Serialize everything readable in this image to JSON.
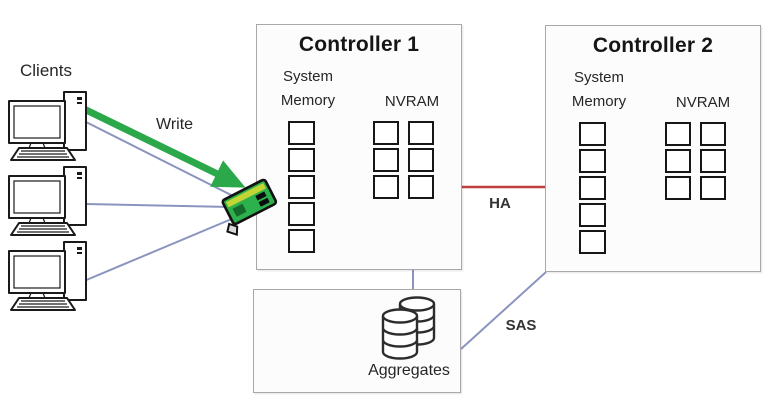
{
  "clients": {
    "label": "Clients",
    "computer_count": 3
  },
  "write_arrow": {
    "label": "Write"
  },
  "controllers": [
    {
      "title": "Controller 1",
      "memory_label": "System Memory",
      "nvram_label": "NVRAM",
      "memory_cells": 5,
      "nvram_cells": 6,
      "nvram_cols": 2
    },
    {
      "title": "Controller 2",
      "memory_label": "System Memory",
      "nvram_label": "NVRAM",
      "memory_cells": 5,
      "nvram_cells": 6,
      "nvram_cols": 2
    }
  ],
  "links": {
    "ha_label": "HA",
    "sas_label": "SAS"
  },
  "aggregates": {
    "label": "Aggregates"
  },
  "colors": {
    "arrow_green": "#2ba84a",
    "line_blue": "#8b94bf",
    "line_red": "#bf4040",
    "box_border": "#a8a8a8",
    "square_border": "#161616"
  }
}
